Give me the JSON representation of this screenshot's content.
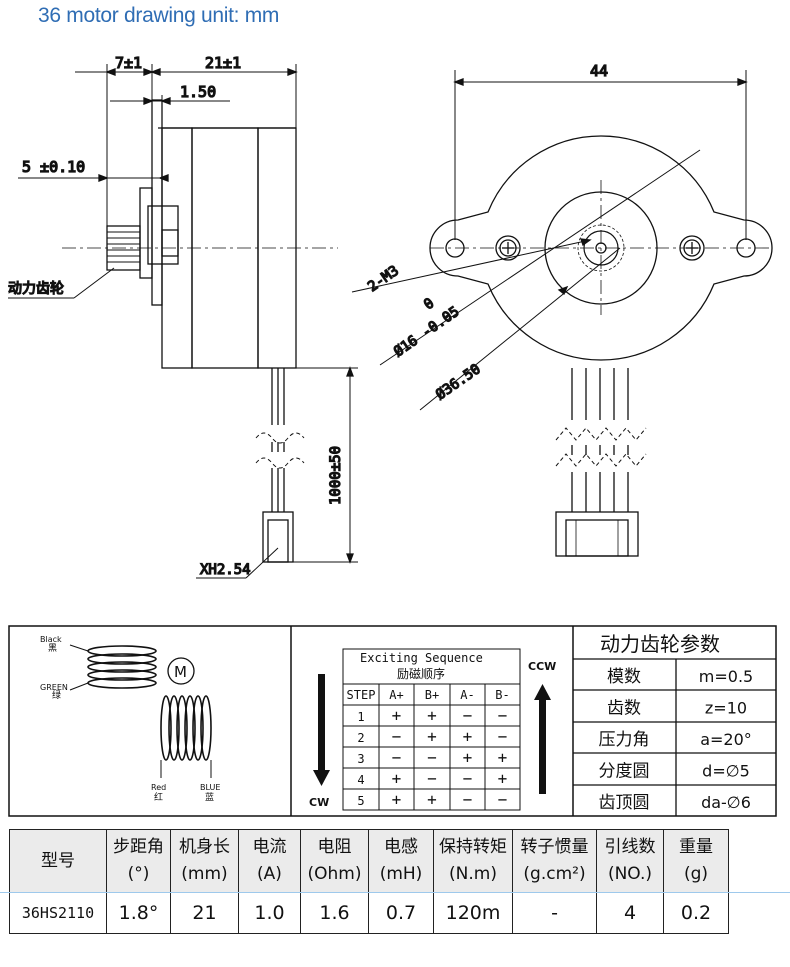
{
  "title": "36 motor drawing unit: mm",
  "drawing": {
    "dim_7": "7±1",
    "dim_21": "21±1",
    "dim_150": "1.50",
    "dim_5": "5 ±0.10",
    "dim_44": "44",
    "dim_lead": "1000±50",
    "label_gear": "动力齿轮",
    "label_m3": "2-M3",
    "label_d16_zero": "0",
    "label_d16": "Ø16 -0.05",
    "label_d36": "Ø36.50",
    "label_xh": "XH2.54"
  },
  "wiring": {
    "black_en": "Black",
    "black_cn": "黑",
    "green_en": "GREEN",
    "green_cn": "绿",
    "red_en": "Red",
    "red_cn": "红",
    "blue_en": "BLUE",
    "blue_cn": "蓝",
    "motor_symbol": "M"
  },
  "sequence": {
    "title_en": "Exciting Sequence",
    "title_cn": "励磁顺序",
    "headers": [
      "STEP",
      "A+",
      "B+",
      "A-",
      "B-"
    ],
    "rows": [
      [
        "1",
        "+",
        "+",
        "−",
        "−"
      ],
      [
        "2",
        "−",
        "+",
        "+",
        "−"
      ],
      [
        "3",
        "−",
        "−",
        "+",
        "+"
      ],
      [
        "4",
        "+",
        "−",
        "−",
        "+"
      ],
      [
        "5",
        "+",
        "+",
        "−",
        "−"
      ]
    ],
    "cw": "CW",
    "ccw": "CCW"
  },
  "gear_params": {
    "title": "动力齿轮参数",
    "rows": [
      [
        "模数",
        "m=0.5"
      ],
      [
        "齿数",
        "z=10"
      ],
      [
        "压力角",
        "a=20°"
      ],
      [
        "分度圆",
        "d=∅5"
      ],
      [
        "齿顶圆",
        "da-∅6"
      ]
    ]
  },
  "spec_table": {
    "headers": [
      [
        "型号",
        ""
      ],
      [
        "步距角",
        "(°)"
      ],
      [
        "机身长",
        "(mm)"
      ],
      [
        "电流",
        "(A)"
      ],
      [
        "电阻",
        "(Ohm)"
      ],
      [
        "电感",
        "(mH)"
      ],
      [
        "保持转矩",
        "(N.m)"
      ],
      [
        "转子惯量",
        "(g.cm²)"
      ],
      [
        "引线数",
        "(NO.)"
      ],
      [
        "重量",
        "(g)"
      ]
    ],
    "row": [
      "36HS2110",
      "1.8°",
      "21",
      "1.0",
      "1.6",
      "0.7",
      "120m",
      "-",
      "4",
      "0.2"
    ]
  }
}
